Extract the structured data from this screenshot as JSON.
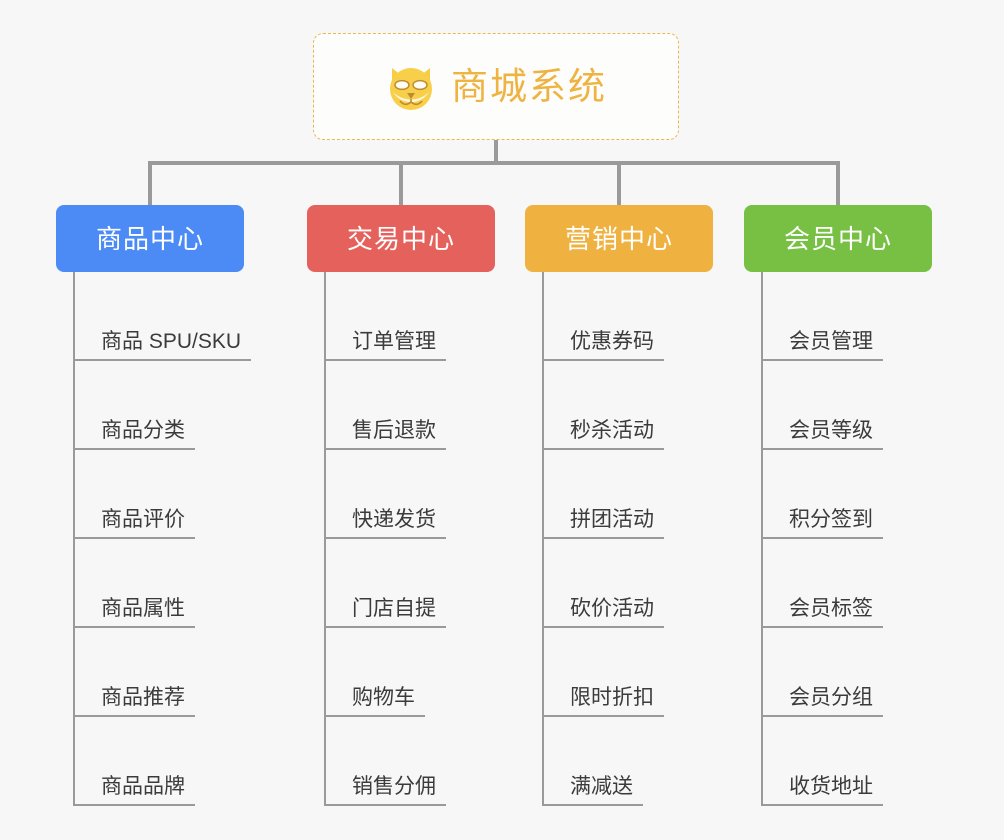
{
  "root": {
    "title": "商城系统",
    "icon": "shiba-dog-icon",
    "border_color": "#e9b94e",
    "text_color": "#efb342"
  },
  "connector_color": "#9a9a9a",
  "background_color": "#f7f7f7",
  "leaf_text_color": "#3b3b3b",
  "columns": [
    {
      "id": "product-center",
      "label": "商品中心",
      "color": "#4c8bf5",
      "items": [
        "商品 SPU/SKU",
        "商品分类",
        "商品评价",
        "商品属性",
        "商品推荐",
        "商品品牌"
      ]
    },
    {
      "id": "trade-center",
      "label": "交易中心",
      "color": "#e5615c",
      "items": [
        "订单管理",
        "售后退款",
        "快递发货",
        "门店自提",
        "购物车",
        "销售分佣"
      ]
    },
    {
      "id": "marketing-center",
      "label": "营销中心",
      "color": "#efb13f",
      "items": [
        "优惠券码",
        "秒杀活动",
        "拼团活动",
        "砍价活动",
        "限时折扣",
        "满减送"
      ]
    },
    {
      "id": "member-center",
      "label": "会员中心",
      "color": "#77c043",
      "items": [
        "会员管理",
        "会员等级",
        "积分签到",
        "会员标签",
        "会员分组",
        "收货地址"
      ]
    }
  ]
}
